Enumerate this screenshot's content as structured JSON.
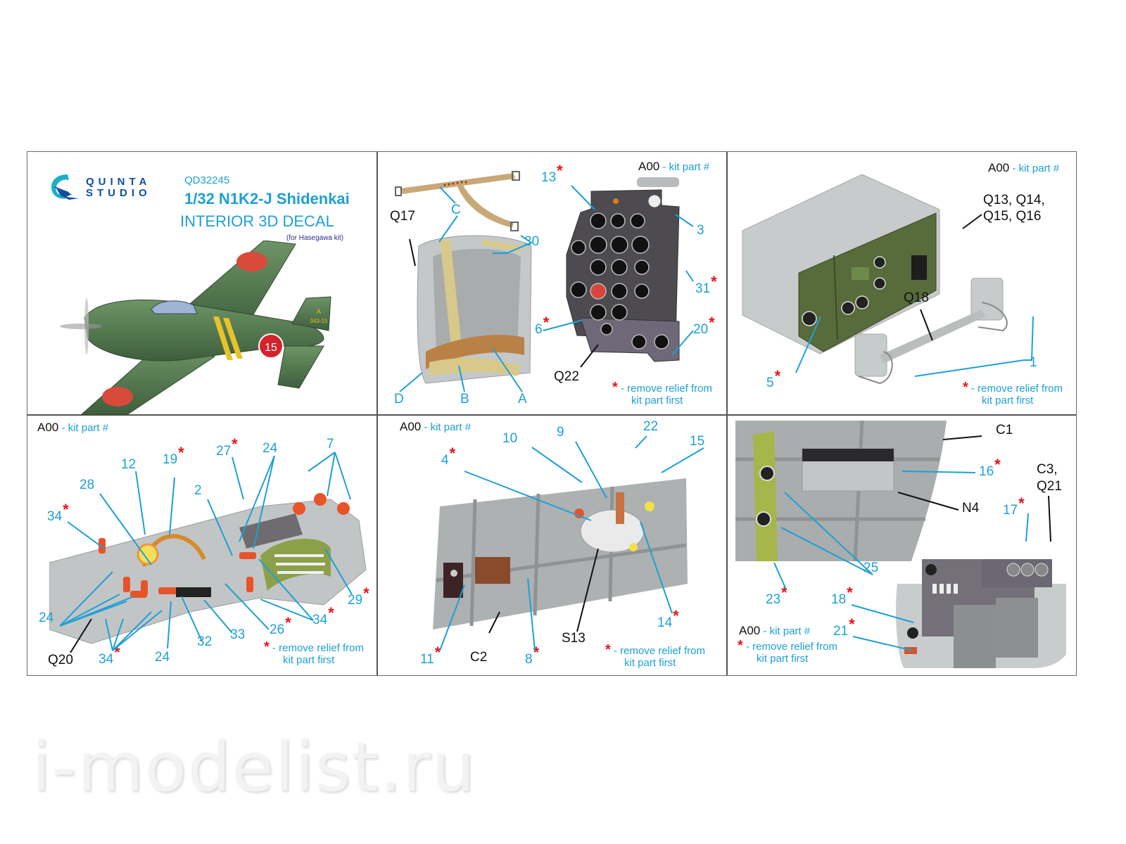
{
  "header": {
    "brand_line1": "QUINTA",
    "brand_line2": "STUDIO",
    "product_code": "QD32245",
    "title": "1/32 N1K2-J Shidenkai",
    "subtitle": "INTERIOR 3D DECAL",
    "note": "(for Hasegawa kit)",
    "aircraft_markings": {
      "fuselage_number": "15",
      "tail_code_top": "A",
      "tail_code": "343-15"
    }
  },
  "legend": {
    "kit_code": "A00",
    "kit_desc": "- kit part #",
    "relief_line1": "- remove relief from",
    "relief_line2": "kit part first"
  },
  "colors": {
    "label_blue": "#1da0d6",
    "star_red": "#e8141a",
    "brand_navy": "#0f4fa0",
    "grid_line": "#555555",
    "resin_grey": "#b9bcbd",
    "radio_green": "#556b3a",
    "aircraft_green": "#4a6e45"
  },
  "panels": {
    "seat": {
      "labels": {
        "C": "C",
        "Q17": "Q17",
        "30": "30",
        "D": "D",
        "B": "B",
        "A": "A"
      }
    },
    "instrument_panel": {
      "labels": {
        "13": "13",
        "3": "3",
        "31": "31",
        "6": "6",
        "20": "20",
        "Q22": "Q22"
      }
    },
    "radio": {
      "labels": {
        "Q13_16a": "Q13, Q14,",
        "Q13_16b": "Q15, Q16",
        "Q18": "Q18",
        "1": "1",
        "5": "5"
      }
    },
    "left_console": {
      "labels": {
        "12": "12",
        "19": "19",
        "27": "27",
        "24a": "24",
        "7": "7",
        "28": "28",
        "2": "2",
        "34a": "34",
        "29": "29",
        "24b": "24",
        "34b": "34",
        "26": "26",
        "33": "33",
        "32": "32",
        "34c": "34",
        "24c": "24",
        "Q20": "Q20"
      }
    },
    "left_wall": {
      "labels": {
        "10": "10",
        "9": "9",
        "22": "22",
        "15": "15",
        "4": "4",
        "14": "14",
        "S13": "S13",
        "11": "11",
        "C2": "C2",
        "8": "8"
      }
    },
    "right_wall": {
      "labels": {
        "C1": "C1",
        "16": "16",
        "C3a": "C3,",
        "C3b": "Q21",
        "N4": "N4",
        "17": "17",
        "25": "25",
        "23": "23",
        "18": "18",
        "21": "21"
      }
    }
  },
  "watermark": "i-modelist.ru"
}
